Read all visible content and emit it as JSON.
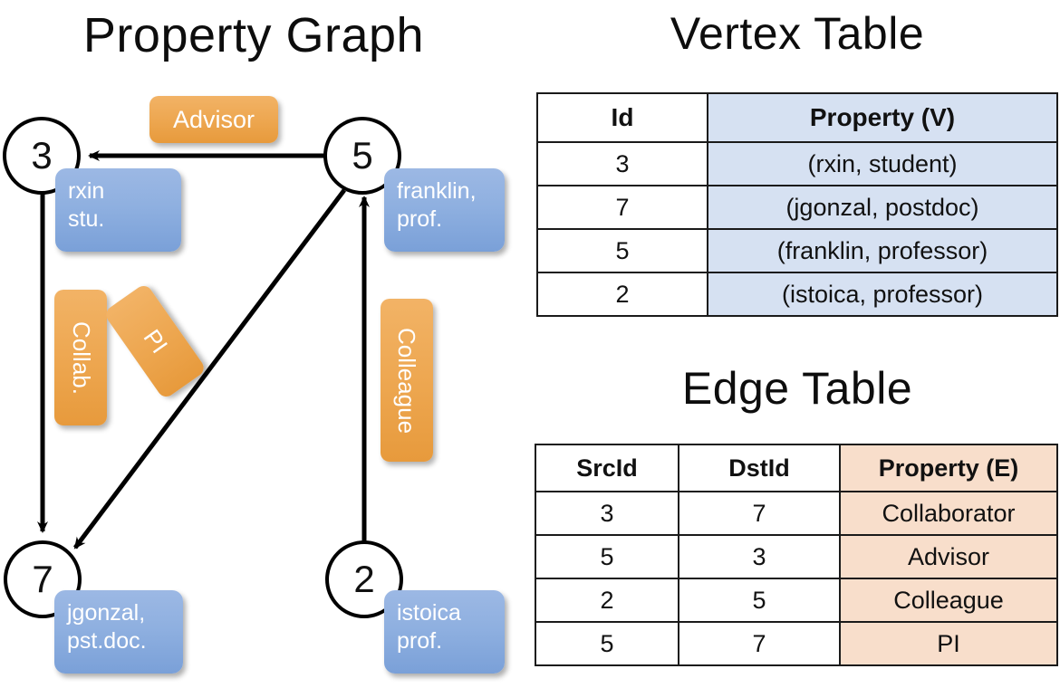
{
  "titles": {
    "graph": "Property Graph",
    "vertex_table": "Vertex Table",
    "edge_table": "Edge Table"
  },
  "graph": {
    "nodes": [
      {
        "id": "3",
        "property_line1": "rxin",
        "property_line2": "stu."
      },
      {
        "id": "5",
        "property_line1": "franklin,",
        "property_line2": "prof."
      },
      {
        "id": "7",
        "property_line1": "jgonzal,",
        "property_line2": "pst.doc."
      },
      {
        "id": "2",
        "property_line1": "istoica",
        "property_line2": "prof."
      }
    ],
    "edge_labels": {
      "advisor": "Advisor",
      "collab": "Collab.",
      "pi": "PI",
      "colleague": "Colleague"
    }
  },
  "vertex_table": {
    "headers": [
      "Id",
      "Property (V)"
    ],
    "rows": [
      [
        "3",
        "(rxin, student)"
      ],
      [
        "7",
        "(jgonzal, postdoc)"
      ],
      [
        "5",
        "(franklin, professor)"
      ],
      [
        "2",
        "(istoica, professor)"
      ]
    ]
  },
  "edge_table": {
    "headers": [
      "SrcId",
      "DstId",
      "Property (E)"
    ],
    "rows": [
      [
        "3",
        "7",
        "Collaborator"
      ],
      [
        "5",
        "3",
        "Advisor"
      ],
      [
        "2",
        "5",
        "Colleague"
      ],
      [
        "5",
        "7",
        "PI"
      ]
    ]
  },
  "colors": {
    "vertex_property_fill": "#d6e1f2",
    "edge_property_fill": "#f8decb",
    "node_box_blue": "#8fb0e0",
    "edge_label_orange": "#eda64f",
    "stroke": "#000000"
  },
  "chart_data": {
    "type": "diagram",
    "title": "Property Graph",
    "vertices": [
      {
        "id": 3,
        "name": "rxin",
        "role": "student"
      },
      {
        "id": 7,
        "name": "jgonzal",
        "role": "postdoc"
      },
      {
        "id": 5,
        "name": "franklin",
        "role": "professor"
      },
      {
        "id": 2,
        "name": "istoica",
        "role": "professor"
      }
    ],
    "edges": [
      {
        "src": 3,
        "dst": 7,
        "property": "Collaborator"
      },
      {
        "src": 5,
        "dst": 3,
        "property": "Advisor"
      },
      {
        "src": 2,
        "dst": 5,
        "property": "Colleague"
      },
      {
        "src": 5,
        "dst": 7,
        "property": "PI"
      }
    ]
  }
}
